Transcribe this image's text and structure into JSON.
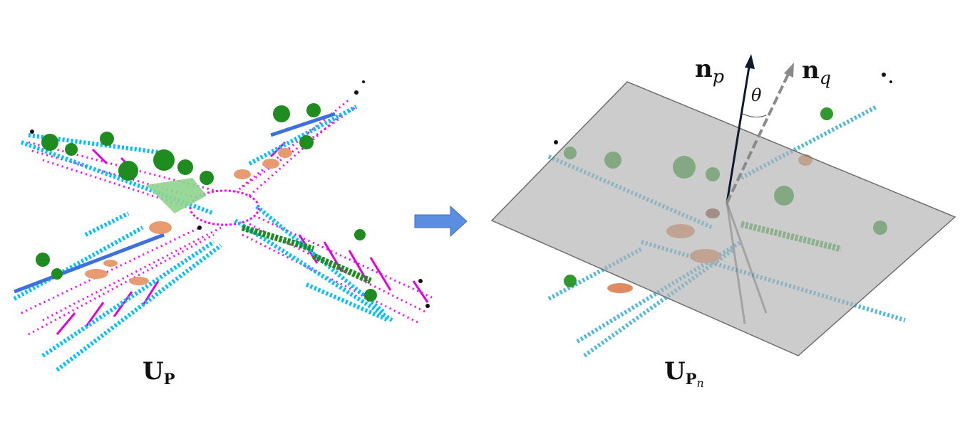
{
  "left_label": {
    "main": "U",
    "sub": "P"
  },
  "right_label": {
    "main": "U",
    "sub": "P",
    "subsub": "n"
  },
  "normal_p": {
    "main": "n",
    "sub": "p"
  },
  "normal_q": {
    "main": "n",
    "sub": "q"
  },
  "angle": "θ",
  "colors": {
    "road": "#ff00ff",
    "sidewalk": "#00bfff",
    "vegetation": "#1e8c1e",
    "terrain": "#8fd48f",
    "vehicle": "#e89a70",
    "pole": "#111111",
    "building": "#3c6fe0",
    "arrow": "#5b8ee0",
    "plane": "#b0b0b0",
    "normal_solid": "#101a2e",
    "normal_dashed": "#8a8a8a"
  }
}
